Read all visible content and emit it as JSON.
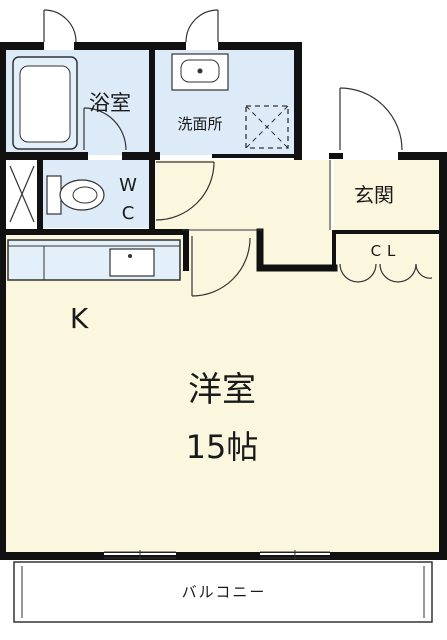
{
  "rooms": {
    "bath": "浴室",
    "washroom": "洗面所",
    "wc_line1": "W",
    "wc_line2": "C",
    "entrance": "玄関",
    "closet": "CL",
    "kitchen": "K",
    "western_room": "洋室",
    "western_size": "15帖",
    "balcony": "バルコニー"
  },
  "colors": {
    "wall": "#111111",
    "wet_area": "#dcebf7",
    "fixture_fill": "#e3eff9",
    "floor": "#fbf7df",
    "closet": "#f9dfe6",
    "outline": "#333333"
  }
}
